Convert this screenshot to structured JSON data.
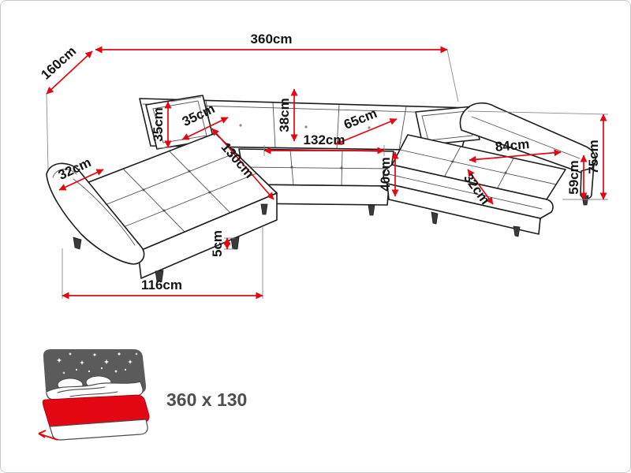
{
  "dims": {
    "total_width": "360cm",
    "depth": "160cm",
    "pillow_height": "35cm",
    "pillow_width": "35cm",
    "back_cushion_height": "38cm",
    "seat_depth": "65cm",
    "middle_seat_width": "132cm",
    "chaise_seat_width": "130cm",
    "seat_front_height": "40cm",
    "right_seat_length": "84cm",
    "total_height": "75cm",
    "back_height": "59cm",
    "left_armrest_width": "32cm",
    "right_armrest_width": "32cm",
    "leg_height": "5cm",
    "left_section_width": "116cm"
  },
  "sleeping": {
    "size": "360 x 130"
  },
  "colors": {
    "dimension_red": "#e30613",
    "outline_black": "#1c1c1c",
    "icon_gray": "#5b5b5b",
    "size_text_gray": "#4f4f4f"
  }
}
